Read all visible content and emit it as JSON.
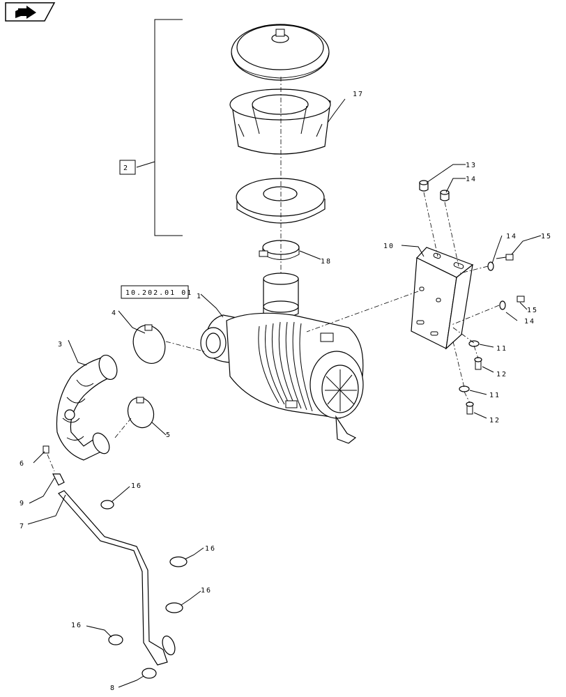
{
  "nav_icon": "forward-arrow-icon",
  "reference_box": "10.202.01 01",
  "assembly_label": "2",
  "callouts": {
    "c1": "1",
    "c3": "3",
    "c4": "4",
    "c5": "5",
    "c6": "6",
    "c7": "7",
    "c8": "8",
    "c9": "9",
    "c10": "10",
    "c11a": "11",
    "c11b": "11",
    "c12a": "12",
    "c12b": "12",
    "c13": "13",
    "c14a": "14",
    "c14b": "14",
    "c14c": "14",
    "c15a": "15",
    "c15b": "15",
    "c16a": "16",
    "c16b": "16",
    "c16c": "16",
    "c16d": "16",
    "c17": "17",
    "c18": "18"
  }
}
